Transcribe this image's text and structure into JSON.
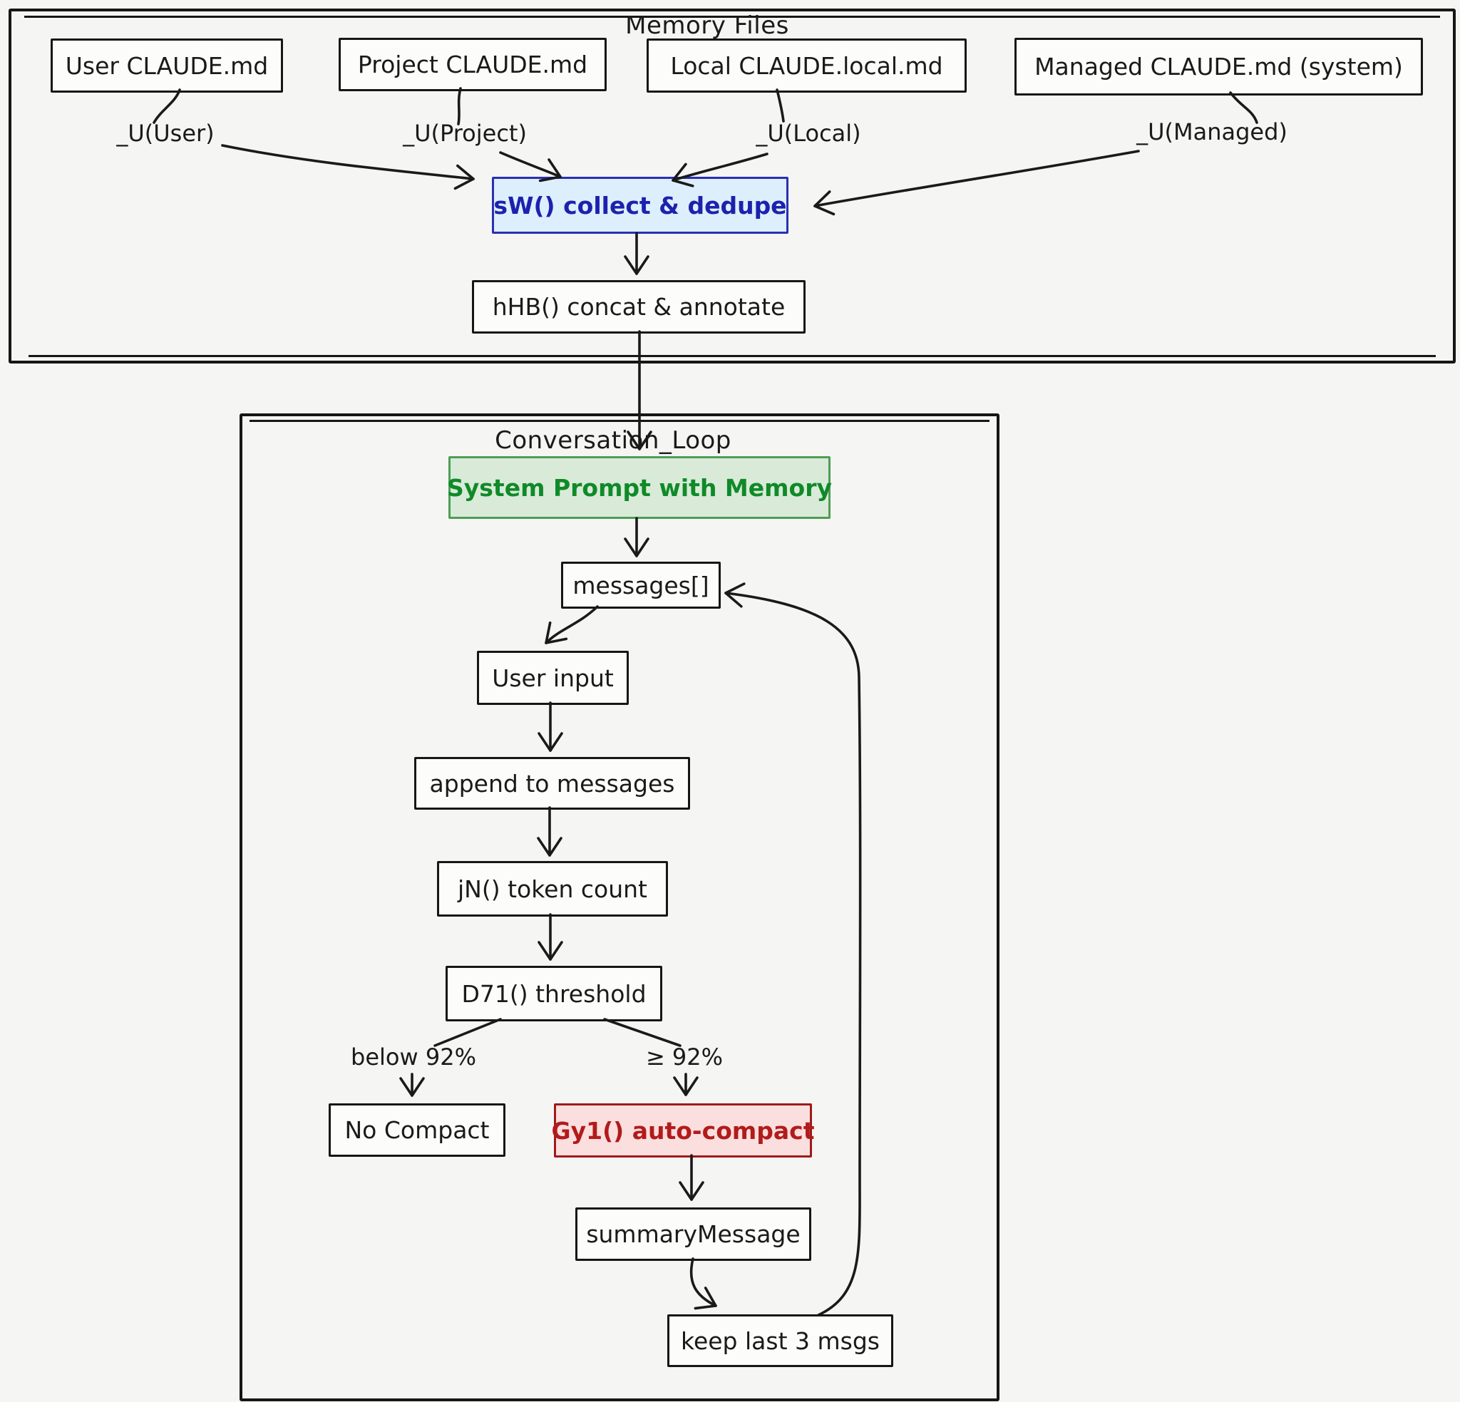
{
  "colors": {
    "background": "#f5f5f3",
    "ink": "#1a1a1a",
    "collect_fill": "#ddeffc",
    "collect_border": "#2b2fb3",
    "collect_text": "#1c22ad",
    "system_prompt_fill": "#d9ead9",
    "system_prompt_border": "#4d9e55",
    "system_prompt_text": "#0f8a28",
    "auto_compact_fill": "#fbdede",
    "auto_compact_border": "#9e1a1a",
    "auto_compact_text": "#b21b1b"
  },
  "memory": {
    "title": "Memory Files",
    "files": [
      {
        "label": "User CLAUDE.md",
        "edge_label": "_U(User)"
      },
      {
        "label": "Project CLAUDE.md",
        "edge_label": "_U(Project)"
      },
      {
        "label": "Local CLAUDE.local.md",
        "edge_label": "_U(Local)"
      },
      {
        "label": "Managed CLAUDE.md (system)",
        "edge_label": "_U(Managed)"
      }
    ],
    "collect": "sW() collect & dedupe",
    "concat": "hHB() concat & annotate"
  },
  "loop": {
    "title": "Conversation_Loop",
    "system_prompt": "System Prompt with Memory",
    "messages": "messages[]",
    "user_input": "User input",
    "append": "append to messages",
    "token_count": "jN() token count",
    "threshold": "D71() threshold",
    "branch_below": "below 92%",
    "branch_at_or_above": "≥ 92%",
    "no_compact": "No Compact",
    "auto_compact": "Gy1() auto-compact",
    "summary_message": "summaryMessage",
    "keep_last": "keep last 3 msgs"
  }
}
